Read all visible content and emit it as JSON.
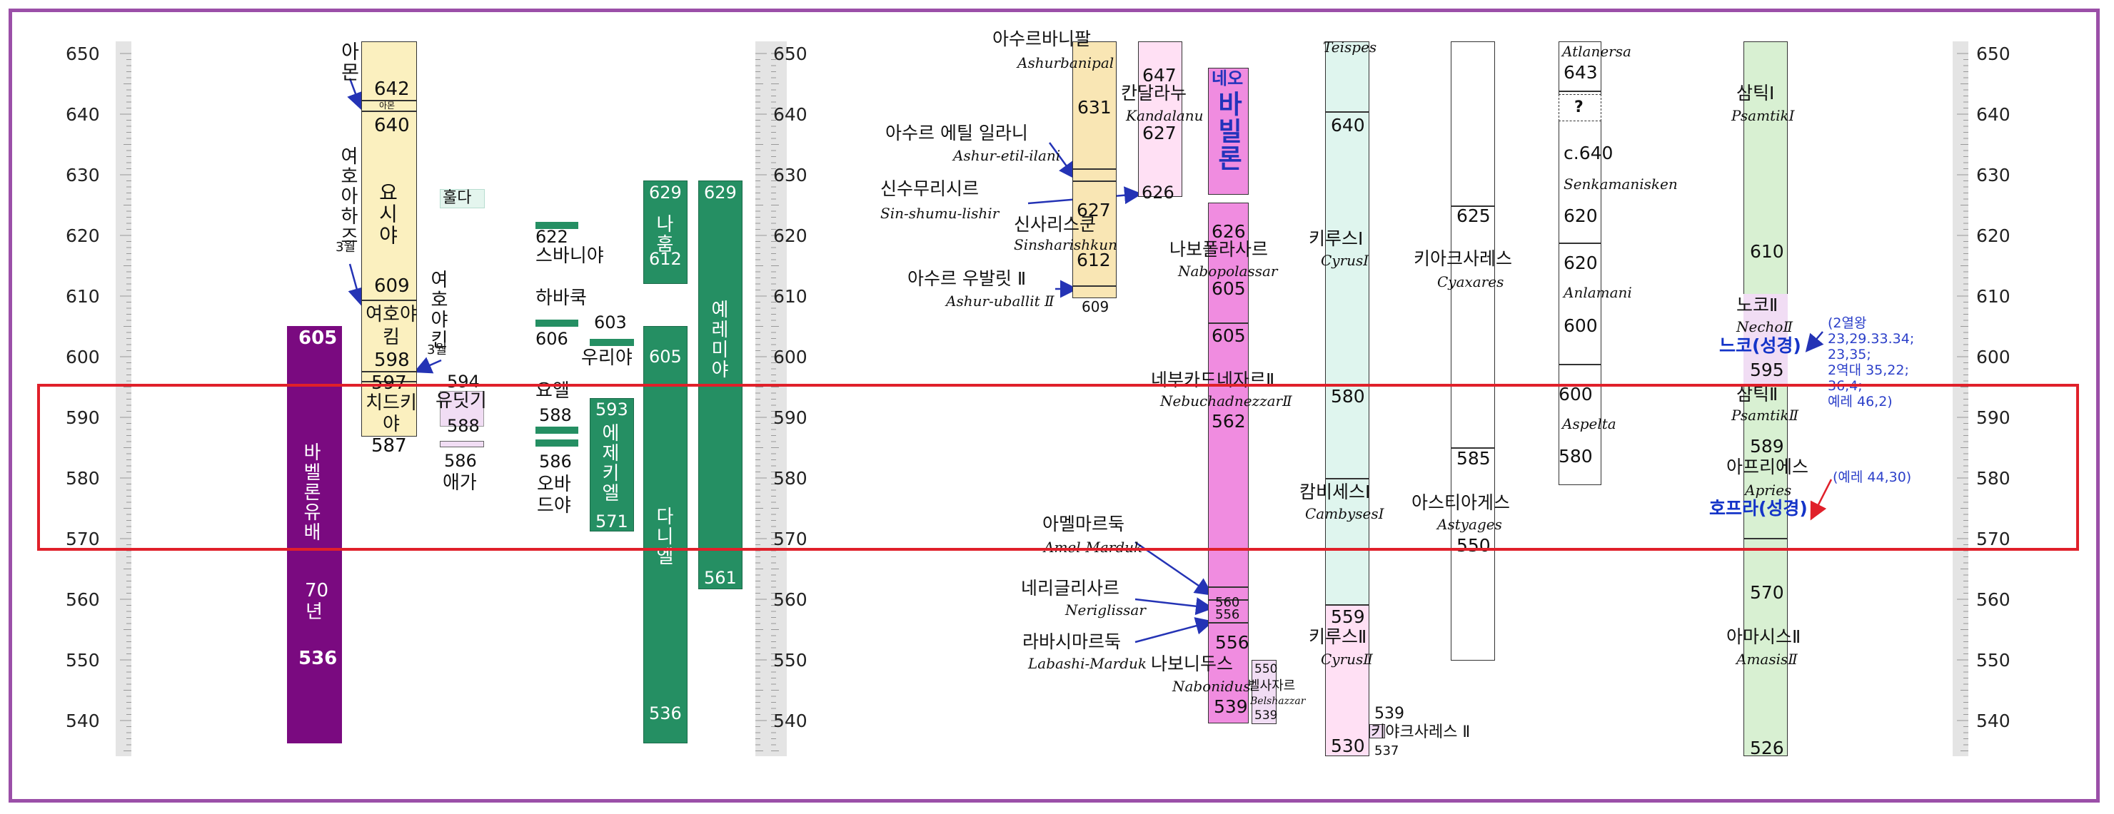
{
  "colors": {
    "frame": "#9b4fa8",
    "highlight": "#e0202a",
    "babylon_exile": "#7a0a80",
    "prophet_green": "#258f63",
    "judah_yellow": "#fbf0bf",
    "neo_babylon_pink": "#f08ce0",
    "persia_mint": "#dff5ee",
    "egypt_green": "#d8f0d2",
    "assyria_tan": "#f9e6b4",
    "assyria_pink": "#ffe0f4",
    "bible_blue": "#1434c8"
  },
  "ruler": {
    "ticks": [
      "650",
      "640",
      "630",
      "620",
      "610",
      "600",
      "590",
      "580",
      "570",
      "560",
      "550",
      "540"
    ]
  },
  "exile": {
    "start": "605",
    "label": "바벨론유배",
    "years": "70",
    "unit": "년",
    "end": "536"
  },
  "judah": {
    "amon": "아몬",
    "amon_small": "아몬",
    "amon_start": "642",
    "josiah_start": "640",
    "josiah_months_name": "여호아하즈",
    "josiah_months_note": "3월",
    "josiah": "요시야",
    "josiah_end": "609",
    "jehoiakim": "여호야킴",
    "jehoiakim_end": "598",
    "jehoiachin": "여호야킨",
    "jehoiachin_note": "3월",
    "zedekiah_start": "597",
    "zedekiah": "치드키야",
    "zedekiah_end": "587"
  },
  "huldah": "훌다",
  "judith": {
    "name": "유딧기",
    "year": "594",
    "year2": "588"
  },
  "haggai": {
    "year": "586",
    "name": "애가"
  },
  "prophets": {
    "zephaniah_year": "622",
    "zephaniah": "스바니야",
    "habakkuk": "하바쿡",
    "habakkuk_year": "606",
    "uriah_year": "603",
    "uriah": "우리야",
    "joel": "요엘",
    "joel_year": "588",
    "obadiah_year": "586",
    "obadiah": "오바드야",
    "ezekiel_start": "593",
    "ezekiel": "에제키엘",
    "ezekiel_end": "571",
    "nahum_start": "629",
    "nahum": "나훔",
    "nahum_end": "612",
    "daniel_start": "605",
    "daniel": "다니엘",
    "daniel_end": "536",
    "jeremiah_start": "629",
    "jeremiah": "예레미야",
    "jeremiah_end": "561"
  },
  "assyria": {
    "ashurbanipal_ko": "아수르바니팔",
    "ashurbanipal_en": "Ashurbanipal",
    "ashurbanipal_year": "631",
    "etil_ko": "아수르 에틸 일라니",
    "etil_en": "Ashur-etil-ilani",
    "sinshumu_ko": "신수무리시르",
    "sinshumu_en": "Sin-shumu-lishir",
    "sinshar_ko": "신사리스쿤",
    "sinshar_en": "Sinsharishkun",
    "sinshar_start": "627",
    "sinshar_end": "612",
    "uballit_ko": "아수르 우발릿 Ⅱ",
    "uballit_en": "Ashur-uballit Ⅱ",
    "uballit_end": "609",
    "kandalanu_start": "647",
    "kandalanu_ko": "칸달라누",
    "kandalanu_en": "Kandalanu",
    "kandalanu_end": "627",
    "kandalanu_arrow": "626"
  },
  "babylon": {
    "neo_label": "네오",
    "babylon_label": "바빌론",
    "nabopolassar_start": "626",
    "nabopolassar_ko": "나보폴라사르",
    "nabopolassar_en": "Nabopolassar",
    "nabopolassar_end": "605",
    "nebuchadnezzar_start": "605",
    "nebuchadnezzar_ko": "네부카드네자르Ⅱ",
    "nebuchadnezzar_en": "NebuchadnezzarⅡ",
    "nebuchadnezzar_end": "562",
    "amel_ko": "아멜마르둑",
    "amel_en": "Amel-Marduk",
    "nerig_ko": "네리글리사르",
    "nerig_en": "Neriglissar",
    "labashi_ko": "라바시마르둑",
    "labashi_en": "Labashi-Marduk",
    "y560": "560",
    "y556a": "556",
    "y556b": "556",
    "nabonidus_ko": "나보니두스",
    "nabonidus_en": "Nabonidus",
    "nabonidus_end": "539",
    "belshazzar_start": "550",
    "belshazzar_ko": "벨사자르",
    "belshazzar_en": "Belshazzar",
    "belshazzar_end": "539"
  },
  "persia": {
    "teispes_en": "Teispes",
    "cyrus1_start": "640",
    "cyrus1_ko": "키루스Ⅰ",
    "cyrus1_en": "CyrusⅠ",
    "y580": "580",
    "cambyses_ko": "캄비세스Ⅰ",
    "cambyses_en": "CambysesⅠ",
    "cyrus2_start": "559",
    "cyrus2_ko": "키루스Ⅱ",
    "cyrus2_en": "CyrusⅡ",
    "cyrus2_end": "530",
    "y539": "539",
    "cyaxares2_ko": "키야크사레스 Ⅱ",
    "y537": "537"
  },
  "media": {
    "y625": "625",
    "cyaxares_ko": "키아크사레스",
    "cyaxares_en": "Cyaxares",
    "y585": "585",
    "astyages_ko": "아스티아게스",
    "astyages_en": "Astyages",
    "y550": "550"
  },
  "kush": {
    "atlanersa_en": "Atlanersa",
    "y643": "643",
    "q": "?",
    "c640": "c.640",
    "senka_en": "Senkamanisken",
    "y620a": "620",
    "y620b": "620",
    "anlamani_en": "Anlamani",
    "y600a": "600",
    "y600b": "600",
    "aspelta_en": "Aspelta",
    "y580": "580"
  },
  "egypt": {
    "psamtik1_ko": "삼틱Ⅰ",
    "psamtik1_en": "PsamtikⅠ",
    "y610": "610",
    "necho_ko": "노코Ⅱ",
    "necho_en": "NechoⅡ",
    "necho_bible": "느코(성경)",
    "necho_cite": [
      "(2열왕",
      "23,29.33.34;",
      "23,35;",
      "2역대 35,22;",
      "36,4;",
      "예레 46,2)"
    ],
    "y595": "595",
    "psamtik2_ko": "삼틱Ⅱ",
    "psamtik2_en": "PsamtikⅡ",
    "y589": "589",
    "apries_ko": "아프리에스",
    "apries_en": "Apries",
    "apries_bible": "호프라(성경)",
    "apries_cite": "(예레 44,30)",
    "y570": "570",
    "amasis_ko": "아마시스Ⅱ",
    "amasis_en": "AmasisⅡ",
    "y526": "526"
  }
}
